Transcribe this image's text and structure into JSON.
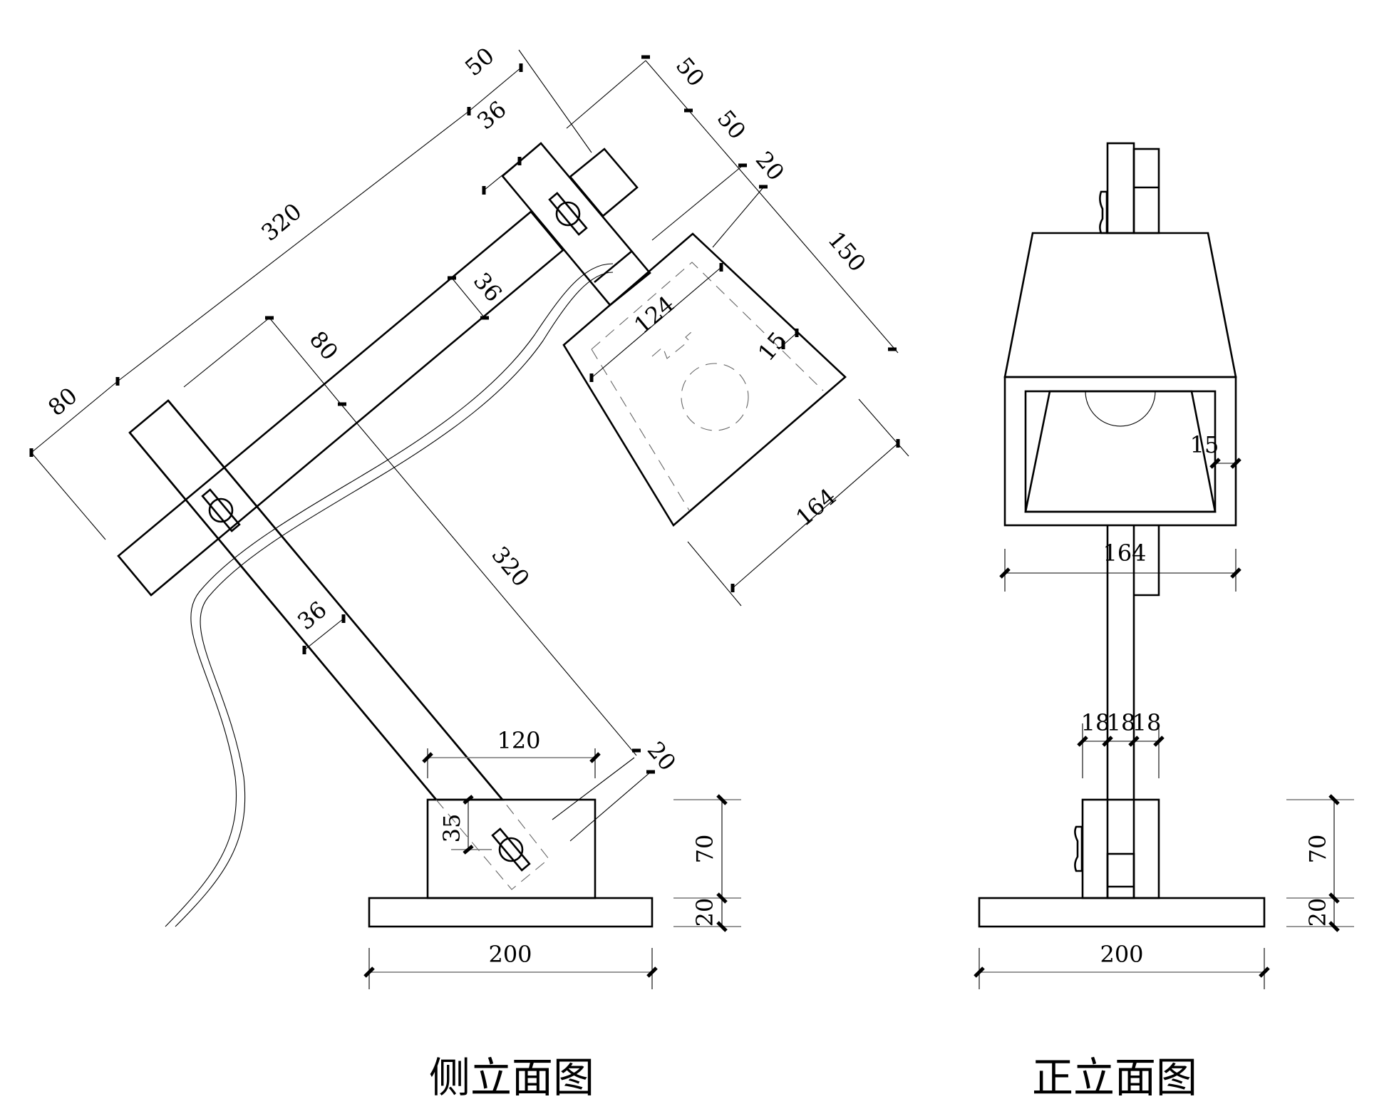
{
  "titles": {
    "side_view": "侧立面图",
    "front_view": "正立面图"
  },
  "side_view": {
    "dimensions": {
      "lower_arm_length": "320",
      "upper_arm_length": "320",
      "upper_arm_offset": "80",
      "arm_bracket_width": "80",
      "top_offset_1": "50",
      "top_offset_2": "50",
      "top_offset_3": "50",
      "bracket_width": "36",
      "upper_arm_width": "36",
      "lower_arm_width": "36",
      "shade_gap": "20",
      "shade_depth": "150",
      "shade_inner": "124",
      "shade_wall": "15",
      "shade_width": "164",
      "base_block_width": "120",
      "base_offset": "20",
      "pivot_height": "35",
      "block_height": "70",
      "plate_height": "20",
      "plate_width": "200"
    }
  },
  "front_view": {
    "dimensions": {
      "shade_width": "164",
      "shade_wall": "15",
      "post_w1": "18",
      "post_w2": "18",
      "post_w3": "18",
      "block_height": "70",
      "plate_height": "20",
      "plate_width": "200"
    }
  }
}
